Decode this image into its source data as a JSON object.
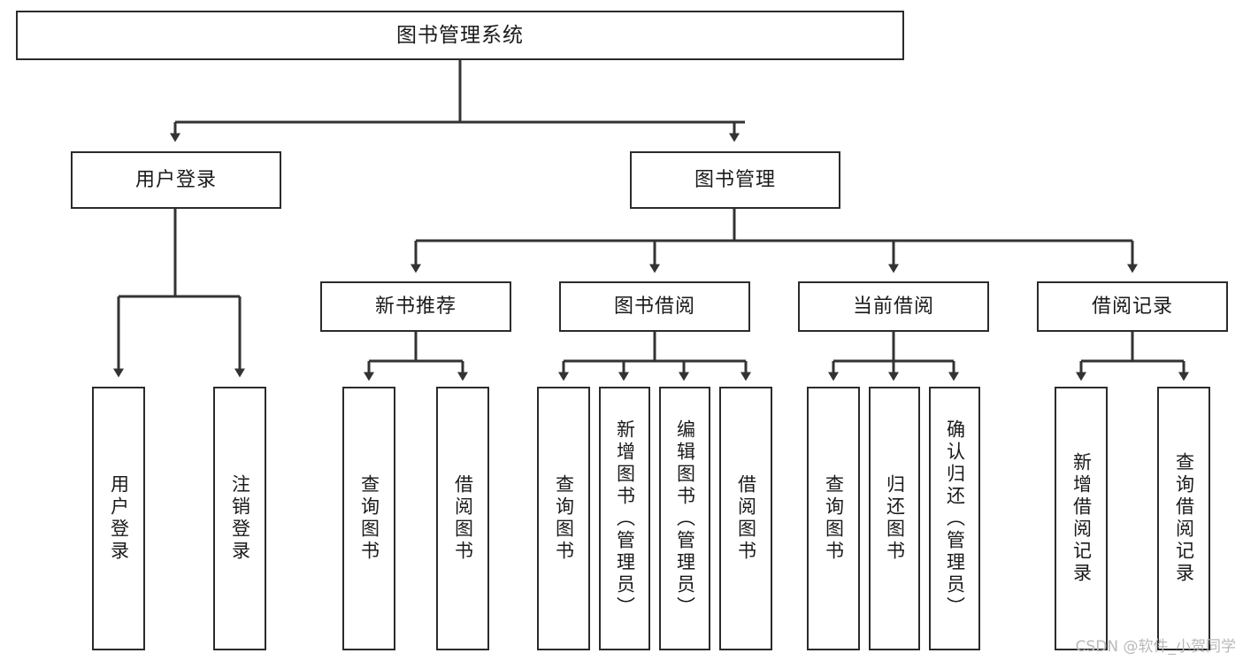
{
  "diagram": {
    "title": "图书管理系统",
    "type": "tree-hierarchy-flowchart",
    "watermark": "CSDN @软件_小贺同学",
    "colors": {
      "background": "#ffffff",
      "box_border": "#2b2b2b",
      "box_fill": "#ffffff",
      "connector": "#333333",
      "text": "#1a1a1a",
      "watermark": "#b9b9b9"
    },
    "nodes": {
      "root": {
        "label": "图书管理系统"
      },
      "level2": [
        {
          "label": "用户登录"
        },
        {
          "label": "图书管理"
        }
      ],
      "level3": [
        {
          "label": "新书推荐"
        },
        {
          "label": "图书借阅"
        },
        {
          "label": "当前借阅"
        },
        {
          "label": "借阅记录"
        }
      ],
      "leaves": {
        "user_login": [
          {
            "label": "用户登录"
          },
          {
            "label": "注销登录"
          }
        ],
        "new_book_recommend": [
          {
            "label": "查询图书"
          },
          {
            "label": "借阅图书"
          }
        ],
        "book_borrow": [
          {
            "label": "查询图书"
          },
          {
            "label": "新增图书（管理员）"
          },
          {
            "label": "编辑图书（管理员）"
          },
          {
            "label": "借阅图书"
          }
        ],
        "current_borrow": [
          {
            "label": "查询图书"
          },
          {
            "label": "归还图书"
          },
          {
            "label": "确认归还（管理员）"
          }
        ],
        "borrow_record": [
          {
            "label": "新增借阅记录"
          },
          {
            "label": "查询借阅记录"
          }
        ]
      }
    }
  }
}
